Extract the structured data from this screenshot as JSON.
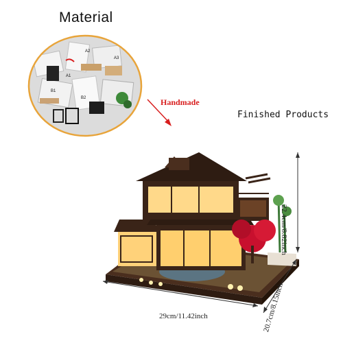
{
  "labels": {
    "material": "Material",
    "handmade": "Handmade",
    "finished": "Finished Products"
  },
  "dimensions": {
    "width": "29cm/11.42inch",
    "height": "22.4cm/8.82inch",
    "depth": "20.7cm/8.15inch"
  },
  "material_parts": {
    "tags": [
      "A2",
      "A1",
      "A3",
      "B1",
      "B2"
    ]
  },
  "colors": {
    "circle_border": "#e8a43a",
    "arrow": "#d81e1e",
    "handmade_text": "#d81e1e",
    "wood_dark": "#3a2418",
    "wood_mid": "#6b4226",
    "warm_light": "#ffd27a",
    "red_tree": "#c8102e"
  }
}
